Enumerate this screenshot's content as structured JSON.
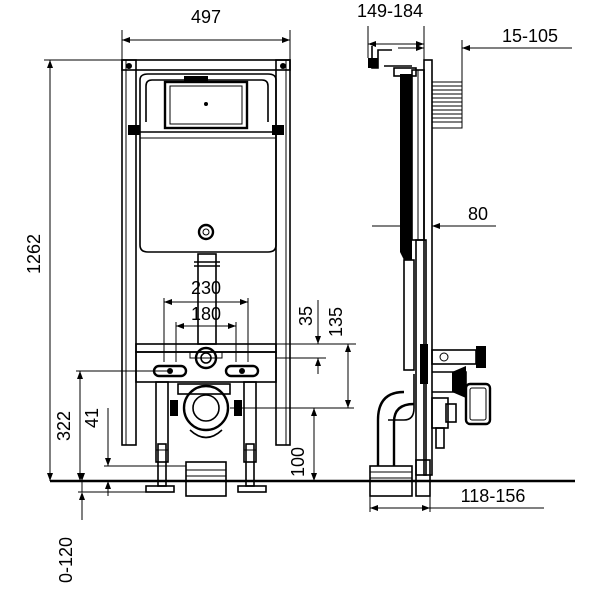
{
  "dimensions": {
    "width_total": "497",
    "height_total": "1262",
    "flush_depth": "149-184",
    "wall_gap": "15-105",
    "frame_depth": "80",
    "outlet_spacing_a": "230",
    "outlet_spacing_b": "180",
    "offset_35": "35",
    "offset_135": "135",
    "height_322": "322",
    "height_41": "41",
    "height_100": "100",
    "floor_adjust": "0-120",
    "outlet_distance": "118-156"
  }
}
